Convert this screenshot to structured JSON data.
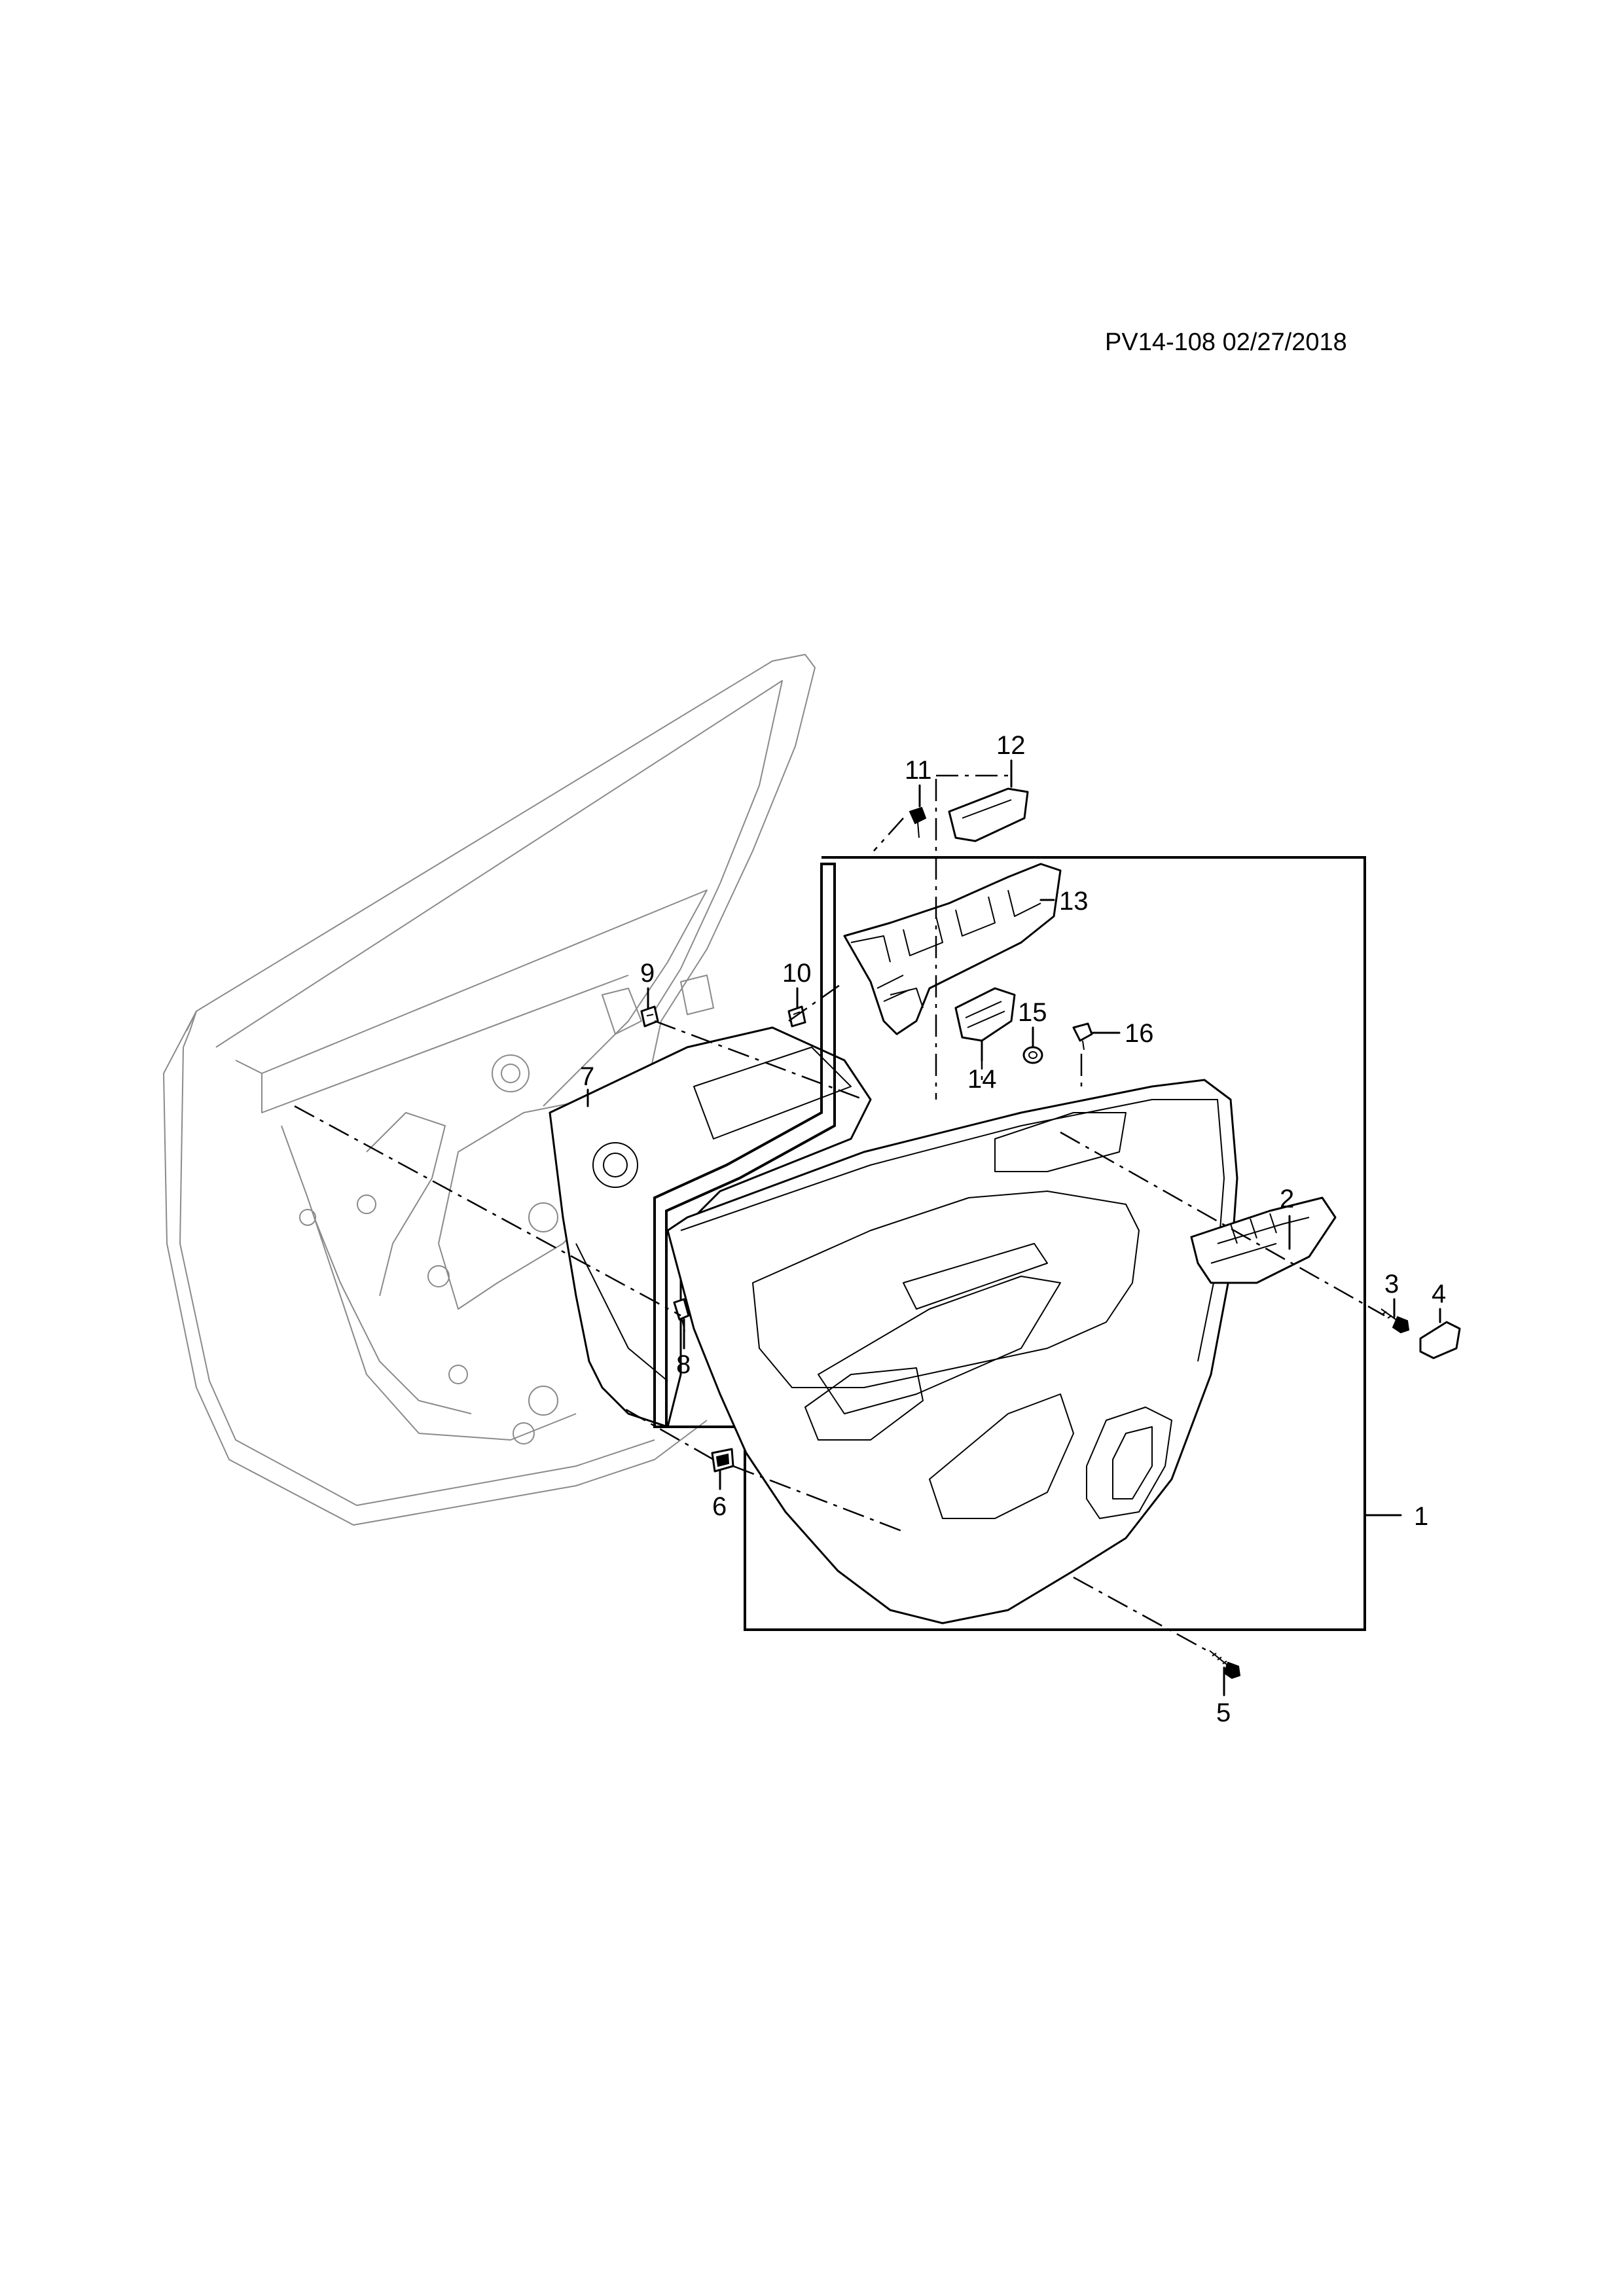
{
  "header": {
    "drawing_code": "PV14-108 02/27/2018"
  },
  "callouts": {
    "c1": "1",
    "c2": "2",
    "c3": "3",
    "c4": "4",
    "c5": "5",
    "c6": "6",
    "c7": "7",
    "c8": "8",
    "c9": "9",
    "c10": "10",
    "c11": "11",
    "c12": "12",
    "c13": "13",
    "c14": "14",
    "c15": "15",
    "c16": "16"
  }
}
